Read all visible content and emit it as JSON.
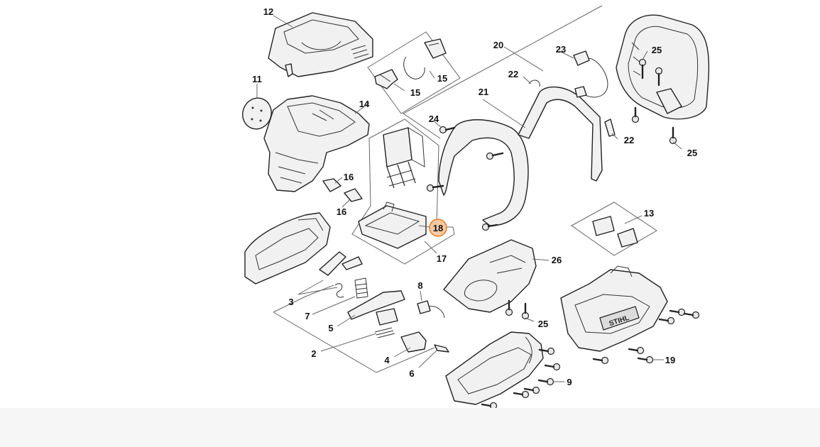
{
  "diagram": {
    "highlight_color": "#e8822c",
    "callouts": [
      {
        "id": "c12",
        "label": "12"
      },
      {
        "id": "c11",
        "label": "11"
      },
      {
        "id": "c14",
        "label": "14"
      },
      {
        "id": "c15a",
        "label": "15"
      },
      {
        "id": "c15b",
        "label": "15"
      },
      {
        "id": "c16a",
        "label": "16"
      },
      {
        "id": "c16b",
        "label": "16"
      },
      {
        "id": "c18",
        "label": "18",
        "highlighted": true
      },
      {
        "id": "c17",
        "label": "17"
      },
      {
        "id": "c20",
        "label": "20"
      },
      {
        "id": "c21",
        "label": "21"
      },
      {
        "id": "c22a",
        "label": "22"
      },
      {
        "id": "c22b",
        "label": "22"
      },
      {
        "id": "c23",
        "label": "23"
      },
      {
        "id": "c24",
        "label": "24"
      },
      {
        "id": "c25a",
        "label": "25"
      },
      {
        "id": "c25b",
        "label": "25"
      },
      {
        "id": "c25c",
        "label": "25"
      },
      {
        "id": "c26",
        "label": "26"
      },
      {
        "id": "c13",
        "label": "13"
      },
      {
        "id": "c3",
        "label": "3"
      },
      {
        "id": "c7",
        "label": "7"
      },
      {
        "id": "c5",
        "label": "5"
      },
      {
        "id": "c2",
        "label": "2"
      },
      {
        "id": "c4",
        "label": "4"
      },
      {
        "id": "c6",
        "label": "6"
      },
      {
        "id": "c8",
        "label": "8"
      },
      {
        "id": "c9",
        "label": "9"
      },
      {
        "id": "c19",
        "label": "19"
      }
    ],
    "brand_mark": "STIHL"
  }
}
